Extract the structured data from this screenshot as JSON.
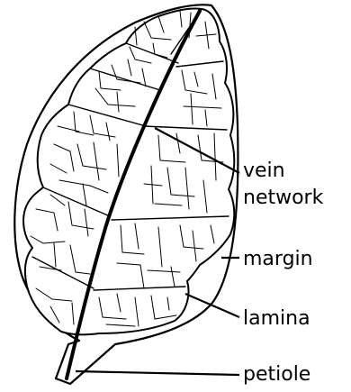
{
  "labels": {
    "vein_network_line1": "vein",
    "vein_network_line2": "network",
    "margin": "margin",
    "lamina": "lamina",
    "petiole": "petiole"
  },
  "colors": {
    "stroke": "#000000",
    "background": "#ffffff"
  }
}
